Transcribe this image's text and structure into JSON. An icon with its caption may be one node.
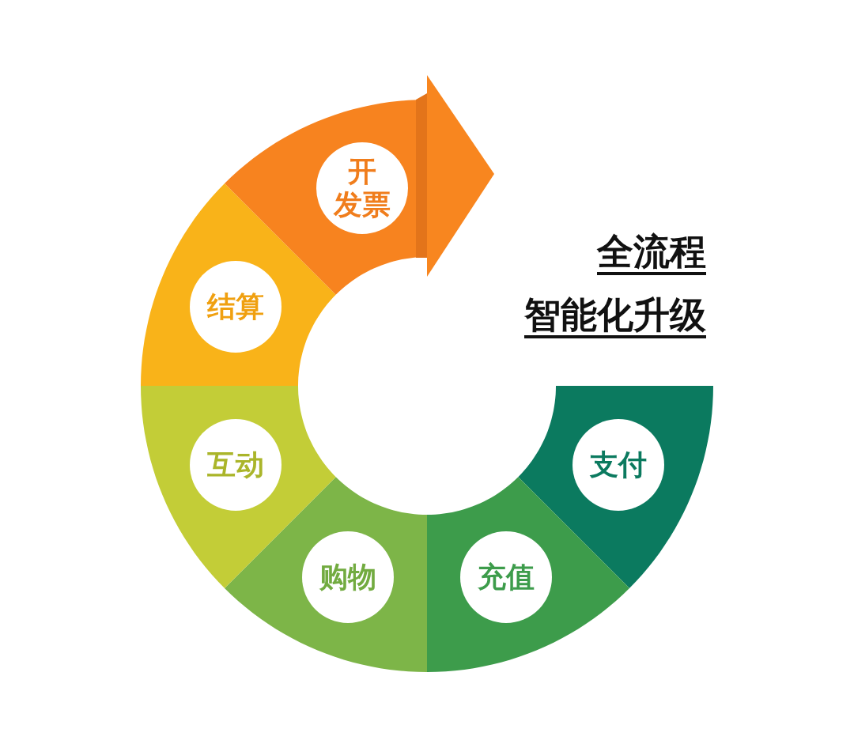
{
  "diagram": {
    "nodes": [
      {
        "text": [
          "支付"
        ]
      },
      {
        "text": [
          "充值"
        ]
      },
      {
        "text": [
          "购物"
        ]
      },
      {
        "text": [
          "互动"
        ]
      },
      {
        "text": [
          "结算"
        ]
      },
      {
        "text": [
          "开发票"
        ]
      }
    ],
    "labels": [
      "全流程",
      "智能化升级"
    ]
  }
}
